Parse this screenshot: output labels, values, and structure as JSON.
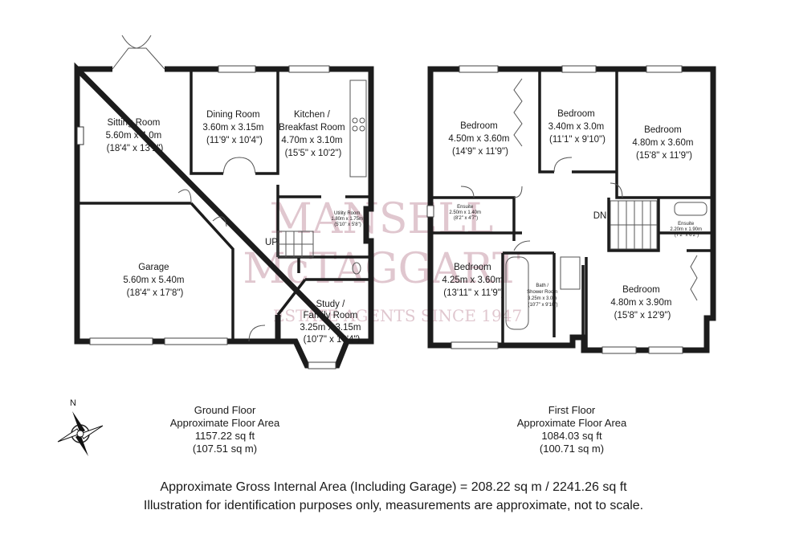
{
  "watermark": {
    "line1": "MANSELL",
    "line2": "McTAGGART",
    "line3": "ESTATE AGENTS SINCE 1947"
  },
  "compass": {
    "north_label": "N"
  },
  "ground_floor": {
    "rooms": {
      "sitting": [
        "Sitting Room",
        "5.60m x 4.0m",
        "(18'4\" x 13'1\")"
      ],
      "dining": [
        "Dining Room",
        "3.60m x 3.15m",
        "(11'9\" x 10'4\")"
      ],
      "kitchen": [
        "Kitchen /",
        "Breakfast Room",
        "4.70m x 3.10m",
        "(15'5\" x 10'2\")"
      ],
      "utility": [
        "Utility Room",
        "1.80m x 1.75m",
        "(5'10\" x 5'8\")"
      ],
      "garage": [
        "Garage",
        "5.60m x 5.40m",
        "(18'4\" x 17'8\")"
      ],
      "study": [
        "Study /",
        "Family Room",
        "3.25m x 3.15m",
        "(10'7\" x 10'4\")"
      ]
    },
    "stair_label": "UP",
    "caption": [
      "Ground Floor",
      "Approximate Floor Area",
      "1157.22 sq ft",
      "(107.51 sq m)"
    ]
  },
  "first_floor": {
    "rooms": {
      "bed1": [
        "Bedroom",
        "4.50m x 3.60m",
        "(14'9\" x 11'9\")"
      ],
      "bed2": [
        "Bedroom",
        "3.40m x 3.0m",
        "(11'1\" x 9'10\")"
      ],
      "bed3": [
        "Bedroom",
        "4.80m x 3.60m",
        "(15'8\" x 11'9\")"
      ],
      "ensuite1": [
        "Ensuite",
        "2.50m x 1.40m",
        "(8'2\" x 4'7\")"
      ],
      "ensuite2": [
        "Ensuite",
        "2.20m x 1.90m",
        "(7'2\" x 6'2\")"
      ],
      "bed4": [
        "Bedroom",
        "4.25m x 3.60m",
        "(13'11\" x 11'9\")"
      ],
      "bath": [
        "Bath /",
        "Shower Room",
        "3.25m x 3.0m",
        "(10'7\" x 9'10\")"
      ],
      "bed5": [
        "Bedroom",
        "4.80m x 3.90m",
        "(15'8\" x 12'9\")"
      ]
    },
    "stair_label": "DN",
    "caption": [
      "First Floor",
      "Approximate Floor Area",
      "1084.03 sq ft",
      "(100.71 sq m)"
    ]
  },
  "footer": {
    "line1": "Approximate Gross Internal Area (Including Garage) = 208.22 sq m / 2241.26 sq ft",
    "line2": "Illustration for identification purposes only, measurements are approximate, not to scale."
  }
}
